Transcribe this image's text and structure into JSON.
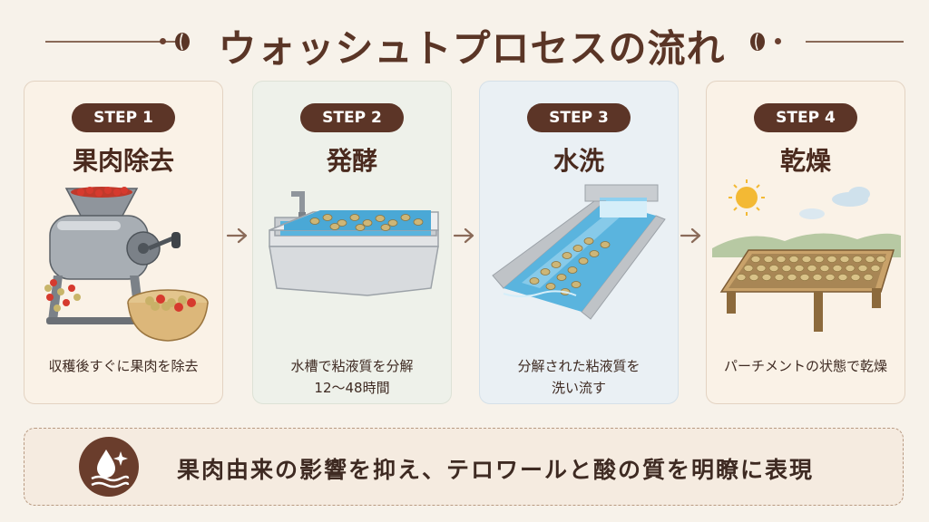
{
  "title": "ウォッシュトプロセスの流れ",
  "steps": [
    {
      "badge": "STEP 1",
      "name": "果肉除去",
      "desc": [
        "収穫後すぐに果肉を除去"
      ]
    },
    {
      "badge": "STEP 2",
      "name": "発酵",
      "desc": [
        "水槽で粘液質を分解",
        "12～48時間"
      ]
    },
    {
      "badge": "STEP 3",
      "name": "水洗",
      "desc": [
        "分解された粘液質を",
        "洗い流す"
      ]
    },
    {
      "badge": "STEP 4",
      "name": "乾燥",
      "desc": [
        "パーチメントの状態で乾燥"
      ]
    }
  ],
  "summary": "果肉由来の影響を抑え、テロワールと酸の質を明瞭に表現",
  "colors": {
    "accent": "#5c3527",
    "background": "#f7f2ea",
    "water": "#5ab4de"
  },
  "icons": [
    "coffee-bean-icon",
    "arrow-right-icon",
    "water-drop-sparkle-icon"
  ]
}
